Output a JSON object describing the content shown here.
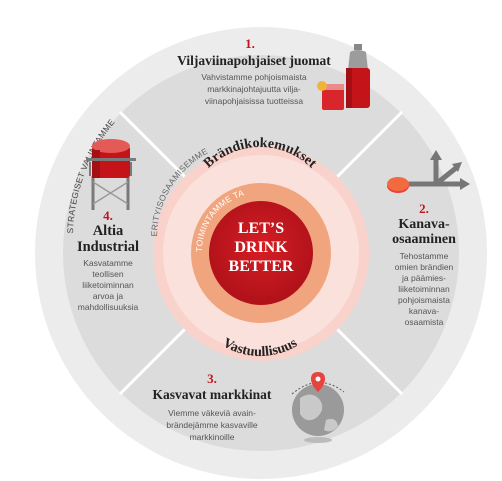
{
  "outer_ring_label": "STRATEGISET VALINTAMME",
  "competence_ring_label": "ERITYISOSAAMISEMME",
  "competence_top": "Brändikokemukset",
  "competence_bottom": "Vastuullisuus",
  "purpose_ring_label": "TOIMINTAMME TARKOITUS",
  "core": {
    "line1": "LET’S",
    "line2": "DRINK",
    "line3": "BETTER"
  },
  "segments": {
    "grain": {
      "number": "1.",
      "title": "Viljaviinapohjaiset juomat",
      "body": [
        "Vahvistamme pohjoismaista",
        "markkinajohtajuutta vilja-",
        "viinapohjaisissa tuotteissa"
      ]
    },
    "channel": {
      "number": "2.",
      "title": [
        "Kanava-",
        "osaaminen"
      ],
      "body": [
        "Tehostamme",
        "omien brändien",
        "ja päämies-",
        "liiketoiminnan",
        "pohjoismaista",
        "kanava-",
        "osaamista"
      ]
    },
    "markets": {
      "number": "3.",
      "title": "Kasvavat markkinat",
      "body": [
        "Viemme väkeviä avain-",
        "brändejämme kasvaville",
        "markkinoille"
      ]
    },
    "industrial": {
      "number": "4.",
      "title": [
        "Altia",
        "Industrial"
      ],
      "body": [
        "Kasvatamme",
        "teollisen",
        "liiketoiminnan",
        "arvoa ja",
        "mahdollisuuksia"
      ]
    }
  },
  "colors": {
    "outer_ring": "#ececec",
    "quadrant": "#dcdcdc",
    "divider": "#ffffff",
    "competence_ring": "#f9d2cb",
    "purpose_ring": "#f1a57f",
    "core": "#c4141a",
    "accent": "#c4141a"
  },
  "icons": {
    "grain": "bottle-and-glass-icon",
    "channel": "branching-arrows-icon",
    "markets": "globe-with-pin-icon",
    "industrial": "distillery-tank-icon"
  }
}
